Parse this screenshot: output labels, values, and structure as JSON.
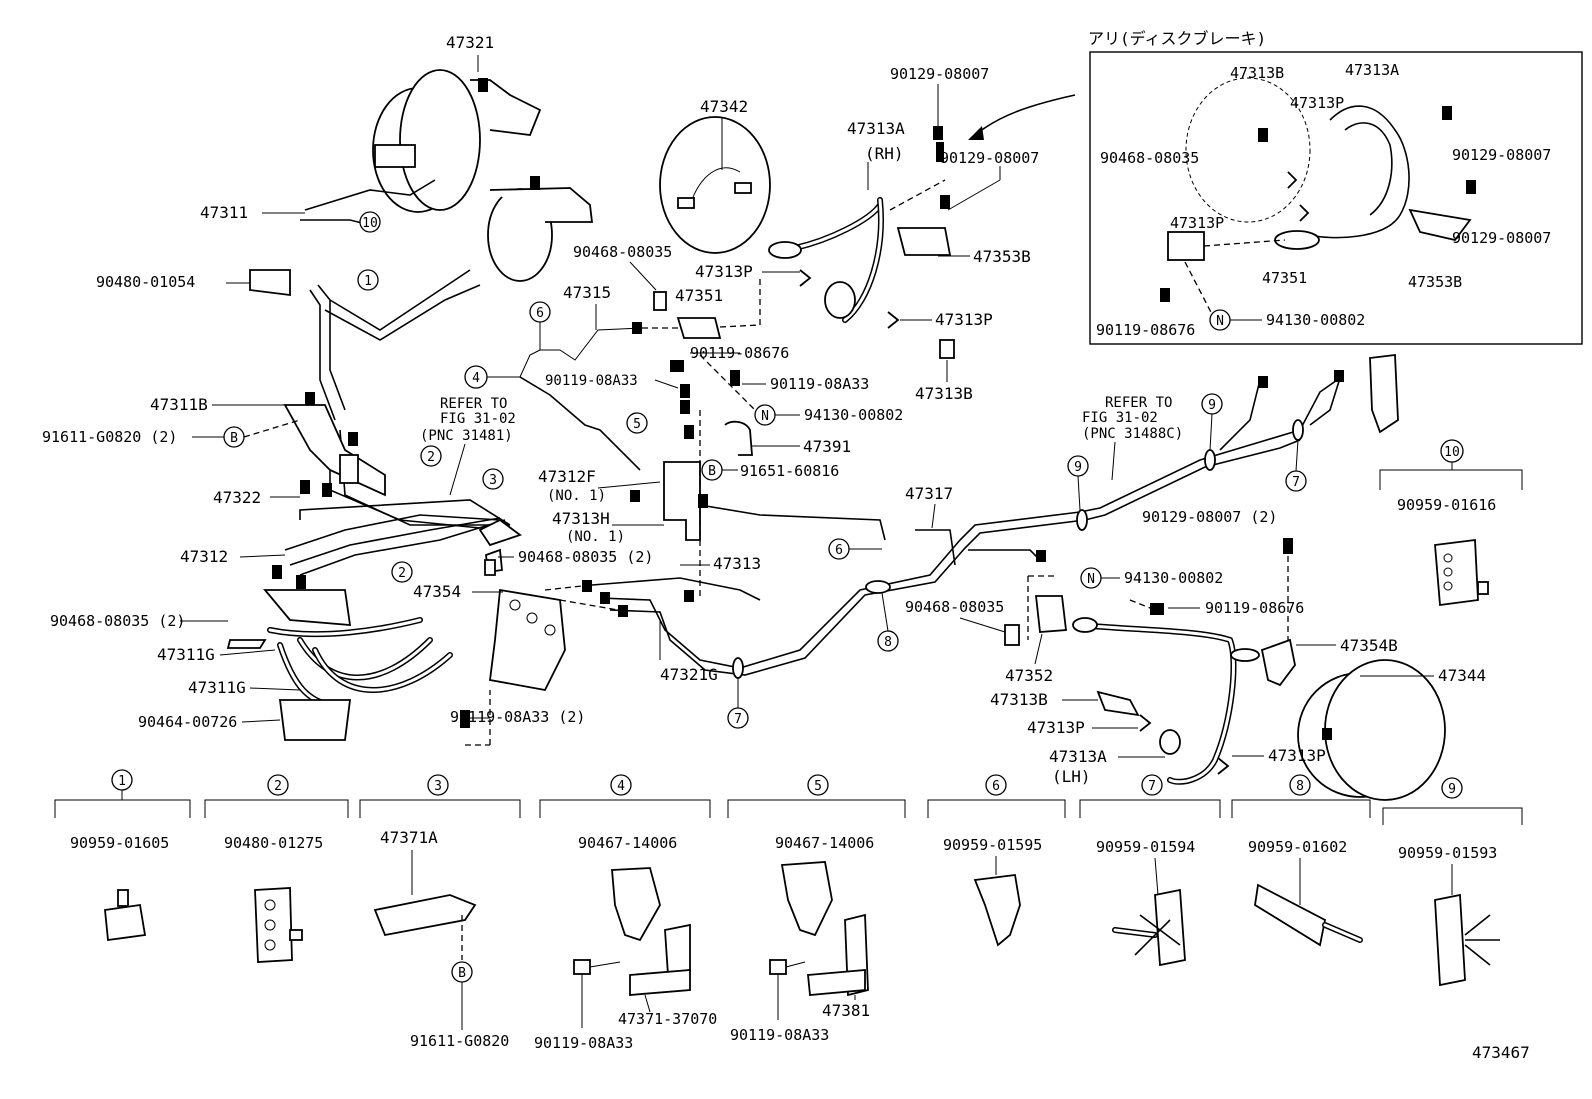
{
  "diagram": {
    "figure_number": "473467",
    "inset_title": "アリ(ディスクブレーキ)",
    "part_labels": {
      "p47321": "47321",
      "p47311": "47311",
      "p90480_01054": "90480-01054",
      "p47311B": "47311B",
      "p91611_G0820_2": "91611-G0820 (2)",
      "p47322": "47322",
      "p47312": "47312",
      "p90468_08035_2_left": "90468-08035 (2)",
      "p47311G_a": "47311G",
      "p47311G_b": "47311G",
      "p90464_00726": "90464-00726",
      "p47342": "47342",
      "p90468_08035_top": "90468-08035",
      "p47315": "47315",
      "p47351_main": "47351",
      "p47313P_main1": "47313P",
      "p47313A_rh": "47313A",
      "rh": "(RH)",
      "p90129_08007_a": "90129-08007",
      "p90129_08007_b": "90129-08007",
      "p47353B_main": "47353B",
      "p47313P_main2": "47313P",
      "p47313B_main": "47313B",
      "p90119_08676_main": "90119-08676",
      "p90119_08A33_left": "90119-08A33",
      "p90119_08A33_right": "90119-08A33",
      "p94130_00802_main": "94130-00802",
      "p47391": "47391",
      "p91651_60816": "91651-60816",
      "p47312F": "47312F",
      "no1_a": "(NO. 1)",
      "p47313H": "47313H",
      "no1_b": "(NO. 1)",
      "p90468_08035_2_mid": "90468-08035 (2)",
      "p47313_mid": "47313",
      "p47354": "47354",
      "p47321G": "47321G",
      "p90119_08A33_2": "90119-08A33 (2)",
      "p47317": "47317",
      "refer_left_1": "REFER TO",
      "refer_left_2": "FIG 31-02",
      "refer_left_3": "(PNC 31481)",
      "refer_right_1": "REFER TO",
      "refer_right_2": "FIG 31-02",
      "refer_right_3": "(PNC 31488C)",
      "p90129_08007_2": "90129-08007 (2)",
      "p94130_00802_right": "94130-00802",
      "p90119_08676_right": "90119-08676",
      "p90468_08035_right": "90468-08035",
      "p47352": "47352",
      "p47354B": "47354B",
      "p47344": "47344",
      "p47313B_lh": "47313B",
      "p47313P_lh1": "47313P",
      "p47313A_lh": "47313A",
      "lh": "(LH)",
      "p47313P_lh2": "47313P",
      "p90959_01616": "90959-01616",
      "inset_47313B": "47313B",
      "inset_47313A": "47313A",
      "inset_47313P_a": "47313P",
      "inset_90468_08035": "90468-08035",
      "inset_90129_08007_a": "90129-08007",
      "inset_47313P_b": "47313P",
      "inset_90129_08007_b": "90129-08007",
      "inset_47351": "47351",
      "inset_47353B": "47353B",
      "inset_90119_08676": "90119-08676",
      "inset_94130_00802": "94130-00802"
    },
    "callouts": {
      "c1": "1",
      "c2": "2",
      "c3": "3",
      "c4": "4",
      "c5": "5",
      "c6": "6",
      "c7": "7",
      "c8": "8",
      "c9": "9",
      "c10": "10",
      "B": "B",
      "N": "N"
    },
    "legend": [
      {
        "number": "1",
        "parts": [
          "90959-01605"
        ]
      },
      {
        "number": "2",
        "parts": [
          "90480-01275"
        ]
      },
      {
        "number": "3",
        "parts": [
          "47371A",
          "91611-G0820"
        ]
      },
      {
        "number": "4",
        "parts": [
          "90467-14006",
          "47371-37070",
          "90119-08A33"
        ]
      },
      {
        "number": "5",
        "parts": [
          "90467-14006",
          "47381",
          "90119-08A33"
        ]
      },
      {
        "number": "6",
        "parts": [
          "90959-01595"
        ]
      },
      {
        "number": "7",
        "parts": [
          "90959-01594"
        ]
      },
      {
        "number": "8",
        "parts": [
          "90959-01602"
        ]
      },
      {
        "number": "9",
        "parts": [
          "90959-01593"
        ]
      }
    ]
  }
}
